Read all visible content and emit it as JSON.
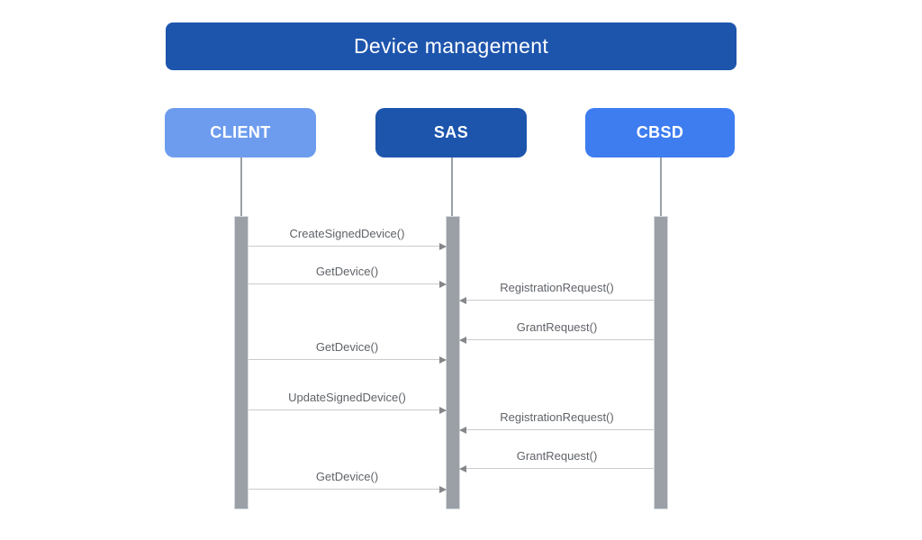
{
  "diagram": {
    "title": "Device management",
    "actors": [
      {
        "id": "client",
        "label": "CLIENT",
        "color": "#6d9cee"
      },
      {
        "id": "sas",
        "label": "SAS",
        "color": "#1d55ad"
      },
      {
        "id": "cbsd",
        "label": "CBSD",
        "color": "#3e7df0"
      }
    ],
    "messages": [
      {
        "label": "CreateSignedDevice()",
        "from": "CLIENT",
        "to": "SAS",
        "direction": "right"
      },
      {
        "label": "GetDevice()",
        "from": "CLIENT",
        "to": "SAS",
        "direction": "right"
      },
      {
        "label": "RegistrationRequest()",
        "from": "CBSD",
        "to": "SAS",
        "direction": "left"
      },
      {
        "label": "GrantRequest()",
        "from": "CBSD",
        "to": "SAS",
        "direction": "left"
      },
      {
        "label": "GetDevice()",
        "from": "CLIENT",
        "to": "SAS",
        "direction": "right"
      },
      {
        "label": "UpdateSignedDevice()",
        "from": "CLIENT",
        "to": "SAS",
        "direction": "right"
      },
      {
        "label": "RegistrationRequest()",
        "from": "CBSD",
        "to": "SAS",
        "direction": "left"
      },
      {
        "label": "GrantRequest()",
        "from": "CBSD",
        "to": "SAS",
        "direction": "left"
      },
      {
        "label": "GetDevice()",
        "from": "CLIENT",
        "to": "SAS",
        "direction": "right"
      }
    ],
    "colors": {
      "title_background": "#1d55ad",
      "activation_bar": "#9aa0a6",
      "lifeline": "#9aa0a6",
      "arrow_line": "#c9cbce",
      "arrow_head": "#85878a",
      "message_label_text": "#5f6368",
      "actor_text": "#ffffff",
      "page_background": "#ffffff"
    }
  }
}
